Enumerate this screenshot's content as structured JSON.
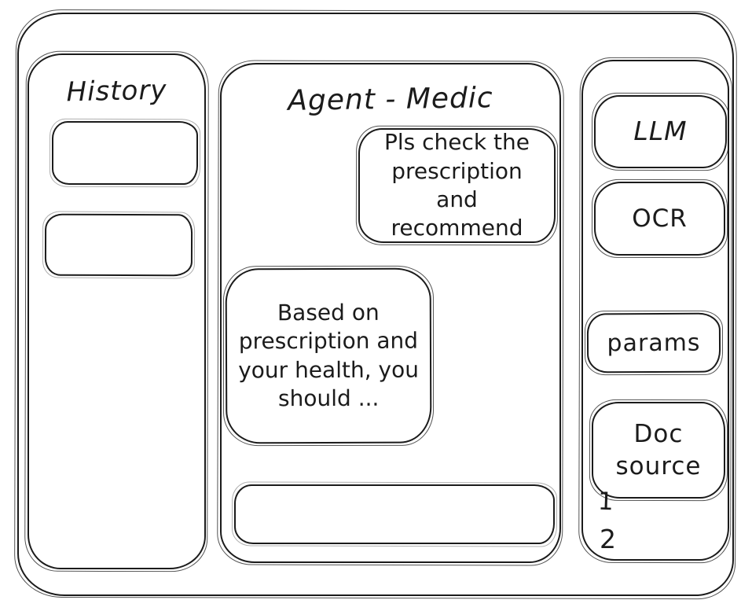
{
  "theme": {
    "ink_color": "#1b1b1b",
    "background_color": "#ffffff"
  },
  "history_panel": {
    "title": "History",
    "items": [
      {
        "label": ""
      },
      {
        "label": ""
      }
    ]
  },
  "chat_panel": {
    "title": "Agent - Medic",
    "messages": [
      {
        "role": "user",
        "align": "right",
        "text": "Pls check the prescription and recommend"
      },
      {
        "role": "agent",
        "align": "left",
        "text": "Based on prescription and your health, you should ..."
      }
    ],
    "input": {
      "value": "",
      "placeholder": ""
    }
  },
  "tools_panel": {
    "buttons": [
      {
        "label": "LLM"
      },
      {
        "label": "OCR"
      },
      {
        "label": "params"
      },
      {
        "label": "Doc source"
      }
    ],
    "doc_source_list": [
      "1",
      "2"
    ]
  }
}
